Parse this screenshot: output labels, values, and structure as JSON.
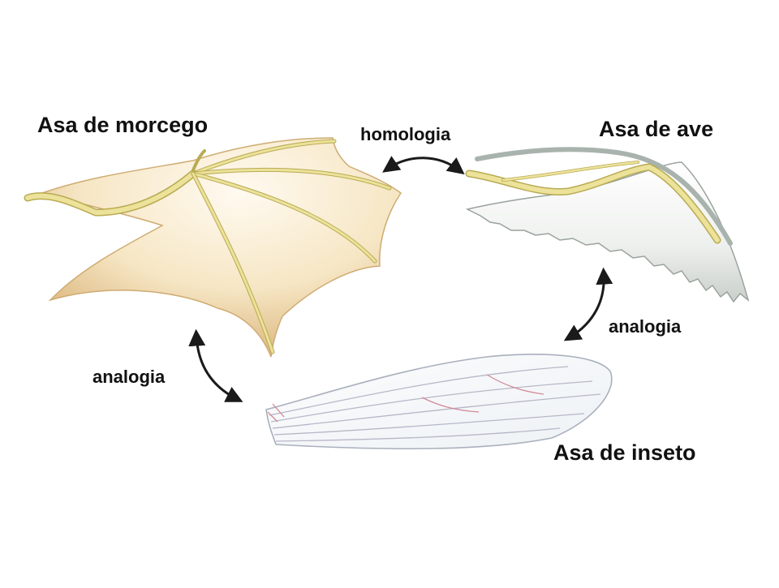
{
  "labels": {
    "bat_wing": "Asa de morcego",
    "bird_wing": "Asa de ave",
    "insect_wing": "Asa de inseto",
    "homology": "homologia",
    "analogy_right": "analogia",
    "analogy_left": "analogia"
  },
  "colors": {
    "bat_membrane": "#f4e2bd",
    "bat_edge": "#d9b67d",
    "bone": "#e8dc8c",
    "bone_edge": "#b9ab54",
    "feather": "#e9ecea",
    "feather_edge": "#9aa29c",
    "insect_vein": "#b7b7c8",
    "insect_red": "#d28a9a",
    "arrow": "#1a1a1a"
  }
}
